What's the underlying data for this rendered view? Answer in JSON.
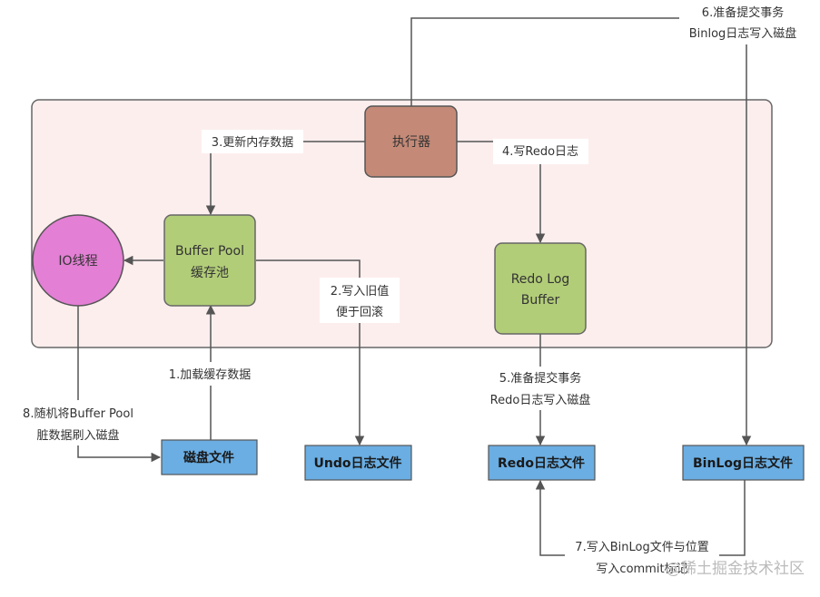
{
  "nodes": {
    "executor": "执行器",
    "buffer_pool": [
      "Buffer Pool",
      "缓存池"
    ],
    "io_thread": "IO线程",
    "redo_log_buffer": [
      "Redo Log",
      "Buffer"
    ]
  },
  "files": {
    "disk_file": "磁盘文件",
    "undo_file": "Undo日志文件",
    "redo_file": "Redo日志文件",
    "binlog_file": "BinLog日志文件"
  },
  "steps": {
    "s1": [
      "1.加载缓存数据"
    ],
    "s2": [
      "2.写入旧值",
      "便于回滚"
    ],
    "s3": [
      "3.更新内存数据"
    ],
    "s4": [
      "4.写Redo日志"
    ],
    "s5": [
      "5.准备提交事务",
      "Redo日志写入磁盘"
    ],
    "s6": [
      "6.准备提交事务",
      "Binlog日志写入磁盘"
    ],
    "s7": [
      "7.写入BinLog文件与位置",
      "写入commit标记"
    ],
    "s8": [
      "8.随机将Buffer Pool",
      "脏数据刷入磁盘"
    ]
  },
  "watermark": "@稀土掘金技术社区",
  "colors": {
    "container_fill": "#fdeeee",
    "container_stroke": "#666666",
    "executor_fill": "#c48a77",
    "green_fill": "#b2cd78",
    "green_stroke": "#666666",
    "io_fill": "#e37fd4",
    "file_fill": "#6aaee3",
    "line": "#555555"
  }
}
